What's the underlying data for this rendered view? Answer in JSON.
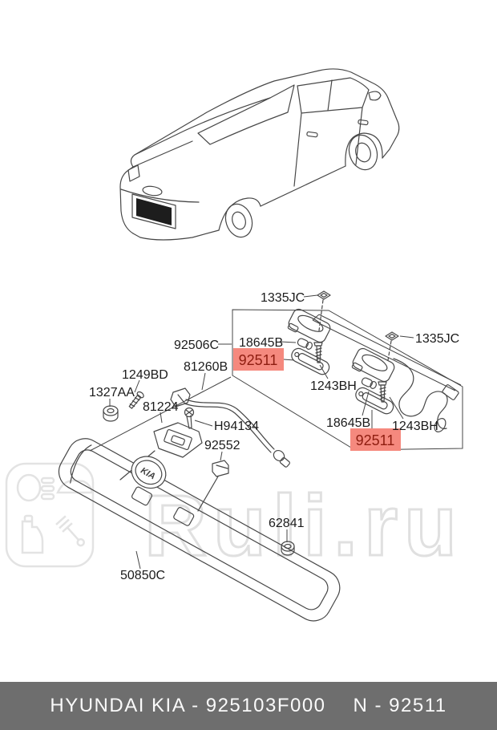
{
  "watermark": {
    "text": "Ruli.ru",
    "logo": "auto-parts-logo",
    "color": "#e3e3e3"
  },
  "footer": {
    "brand_part": "HYUNDAI  KIA - 925103F000",
    "note": "N - 92511",
    "bg_color": "#6e6e6e",
    "text_color": "#fafafa"
  },
  "diagram": {
    "vehicle": "sedan rear three-quarter line drawing",
    "highlight_color": "#f5897e",
    "highlight_text_color": "#8e1d10",
    "labels": [
      {
        "text": "1335JC",
        "highlighted": false
      },
      {
        "text": "1335JC",
        "highlighted": false
      },
      {
        "text": "92506C",
        "highlighted": false
      },
      {
        "text": "18645B",
        "highlighted": false
      },
      {
        "text": "92511",
        "highlighted": true
      },
      {
        "text": "1243BH",
        "highlighted": false
      },
      {
        "text": "81260B",
        "highlighted": false
      },
      {
        "text": "1249BD",
        "highlighted": false
      },
      {
        "text": "1327AA",
        "highlighted": false
      },
      {
        "text": "81224",
        "highlighted": false
      },
      {
        "text": "H94134",
        "highlighted": false
      },
      {
        "text": "92552",
        "highlighted": false
      },
      {
        "text": "18645B",
        "highlighted": false
      },
      {
        "text": "1243BH",
        "highlighted": false
      },
      {
        "text": "92511",
        "highlighted": true
      },
      {
        "text": "62841",
        "highlighted": false
      },
      {
        "text": "50850C",
        "highlighted": false
      }
    ]
  }
}
